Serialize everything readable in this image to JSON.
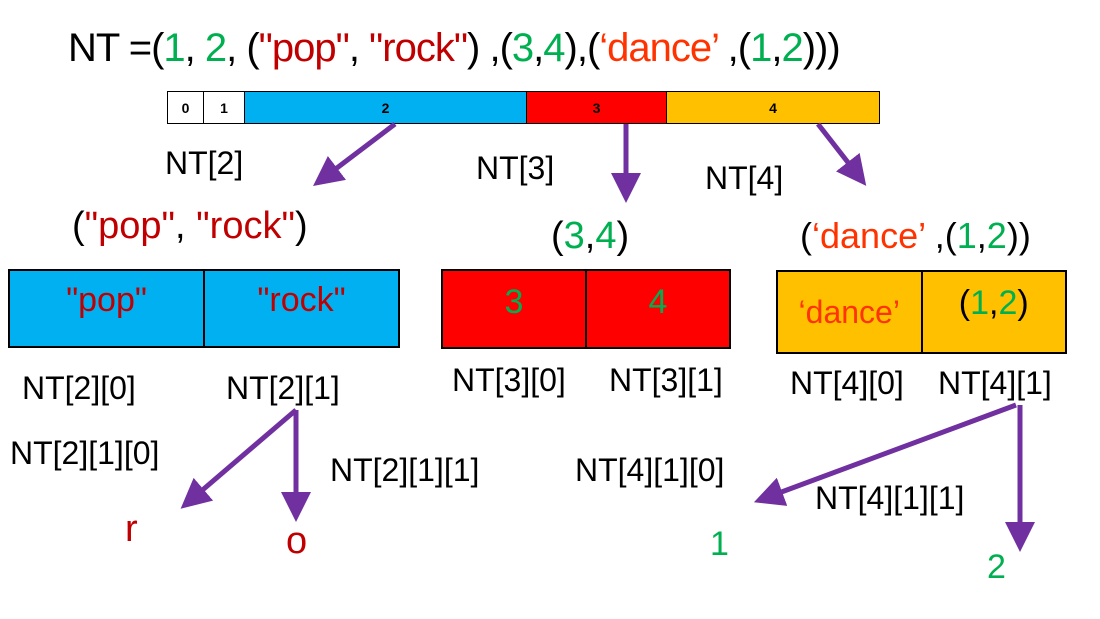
{
  "title": {
    "prefix": "NT =(",
    "n1": "1",
    "sep1": ", ",
    "n2": "2",
    "sep2": ", (",
    "pop": "\"pop\"",
    "sep3": ", ",
    "rock": "\"rock\"",
    "sep4": ") ,(",
    "n3": "3",
    "c1": ",",
    "n4": "4",
    "sep5": "),(",
    "dance": "‘dance’",
    "sep6": " ,(",
    "n5": "1",
    "c2": ",",
    "n6": "2",
    "end": ")))"
  },
  "bar": [
    "0",
    "1",
    "2",
    "3",
    "4"
  ],
  "labels": {
    "nt2": "NT[2]",
    "nt3": "NT[3]",
    "nt4": "NT[4]",
    "nt20": "NT[2][0]",
    "nt21": "NT[2][1]",
    "nt30": "NT[3][0]",
    "nt31": "NT[3][1]",
    "nt40": "NT[4][0]",
    "nt41": "NT[4][1]",
    "nt210": "NT[2][1][0]",
    "nt211": "NT[2][1][1]",
    "nt410": "NT[4][1][0]",
    "nt411": "NT[4][1][1]"
  },
  "tuple2": {
    "open": "(",
    "pop": "\"pop\"",
    "sep": ", ",
    "rock": "\"rock\"",
    "close": ")"
  },
  "tuple3": {
    "open": "(",
    "a": "3",
    "sep": ",",
    "b": "4",
    "close": ")"
  },
  "tuple4": {
    "open": "(",
    "dance": "‘dance’",
    "sep": " ,(",
    "a": "1",
    "c": ",",
    "b": "2",
    "close": "))"
  },
  "box2": [
    "\"pop\"",
    "\"rock\""
  ],
  "box3": [
    "3",
    "4"
  ],
  "box4": {
    "dance": "‘dance’",
    "open": "(",
    "a": "1",
    "c": ",",
    "b": "2",
    "close": ")"
  },
  "results": {
    "r": "r",
    "o": "o",
    "one": "1",
    "two": "2"
  },
  "colors": {
    "blue": "#00b0f0",
    "red": "#ff0000",
    "orange": "#ffc000",
    "green": "#00b050",
    "darkred": "#c00000",
    "purple": "#7030a0"
  }
}
